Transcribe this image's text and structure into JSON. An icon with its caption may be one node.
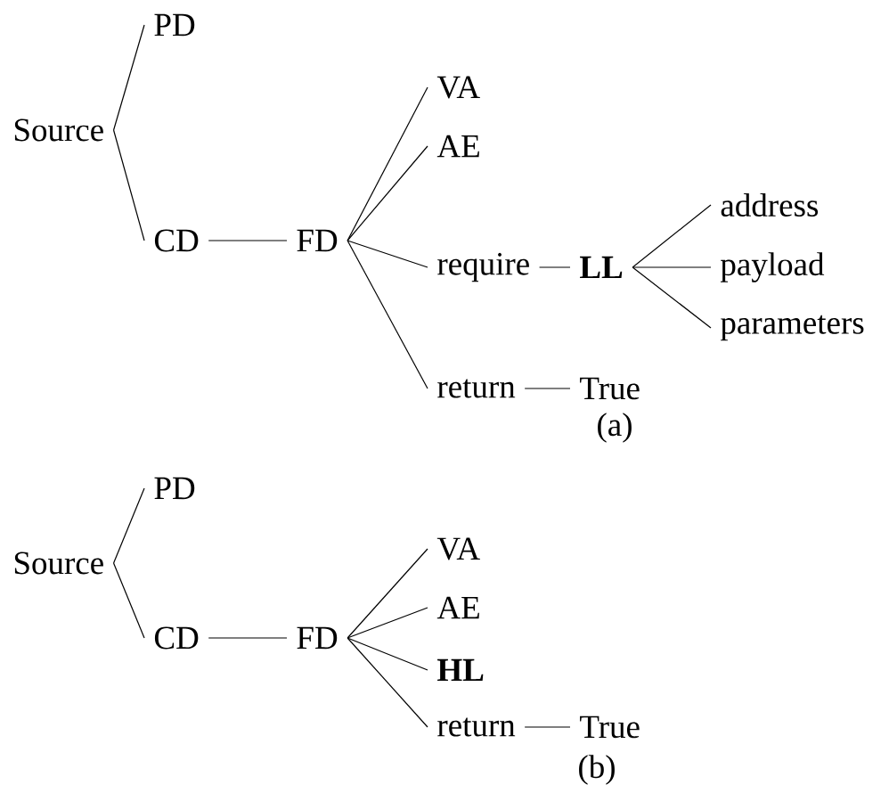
{
  "diagram": {
    "nodes": [
      {
        "text": [
          "Source"
        ]
      },
      {
        "text": [
          "PD"
        ]
      },
      {
        "text": [
          "CD"
        ]
      },
      {
        "text": [
          "FD"
        ]
      },
      {
        "text": [
          "VA"
        ]
      },
      {
        "text": [
          "AE"
        ]
      },
      {
        "text": [
          "require"
        ]
      },
      {
        "text": [
          "LL"
        ]
      },
      {
        "text": [
          "address"
        ]
      },
      {
        "text": [
          "payload"
        ]
      },
      {
        "text": [
          "parameters"
        ]
      },
      {
        "text": [
          "return"
        ]
      },
      {
        "text": [
          "True"
        ]
      },
      {
        "text": [
          "Source"
        ]
      },
      {
        "text": [
          "PD"
        ]
      },
      {
        "text": [
          "CD"
        ]
      },
      {
        "text": [
          "FD"
        ]
      },
      {
        "text": [
          "VA"
        ]
      },
      {
        "text": [
          "AE"
        ]
      },
      {
        "text": [
          "HL"
        ]
      },
      {
        "text": [
          "return"
        ]
      },
      {
        "text": [
          "True"
        ]
      }
    ],
    "edges": [
      {
        "from": 0,
        "to": 1,
        "arrow": "none"
      },
      {
        "from": 0,
        "to": 2,
        "arrow": "none"
      },
      {
        "from": 2,
        "to": 3,
        "arrow": "none"
      },
      {
        "from": 3,
        "to": 4,
        "arrow": "none"
      },
      {
        "from": 3,
        "to": 5,
        "arrow": "none"
      },
      {
        "from": 3,
        "to": 6,
        "arrow": "none"
      },
      {
        "from": 3,
        "to": 11,
        "arrow": "none"
      },
      {
        "from": 6,
        "to": 7,
        "arrow": "none"
      },
      {
        "from": 7,
        "to": 8,
        "arrow": "none"
      },
      {
        "from": 7,
        "to": 9,
        "arrow": "none"
      },
      {
        "from": 7,
        "to": 10,
        "arrow": "none"
      },
      {
        "from": 11,
        "to": 12,
        "arrow": "none"
      },
      {
        "from": 13,
        "to": 14,
        "arrow": "none"
      },
      {
        "from": 13,
        "to": 15,
        "arrow": "none"
      },
      {
        "from": 15,
        "to": 16,
        "arrow": "none"
      },
      {
        "from": 16,
        "to": 17,
        "arrow": "none"
      },
      {
        "from": 16,
        "to": 18,
        "arrow": "none"
      },
      {
        "from": 16,
        "to": 19,
        "arrow": "none"
      },
      {
        "from": 16,
        "to": 20,
        "arrow": "none"
      },
      {
        "from": 20,
        "to": 21,
        "arrow": "none"
      }
    ],
    "labels": [
      "(a)",
      "(b)"
    ]
  }
}
